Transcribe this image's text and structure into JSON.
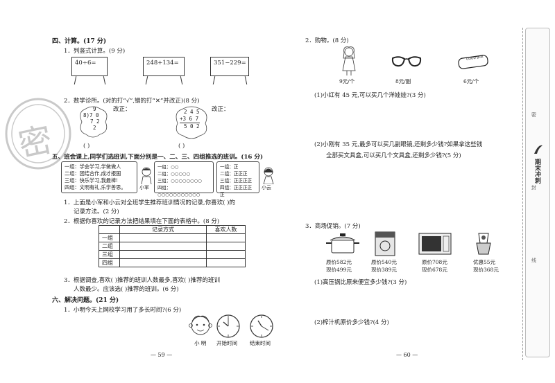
{
  "left": {
    "sec4_title": "四、计算。(17 分)",
    "q1_label": "1．列竖式计算。(9 分)",
    "boards": [
      "40÷6=",
      "248+134=",
      "351−229="
    ],
    "q2_label": "2．数学诊所。(对的打“√”,错的打“✕”并改正)(8 分)",
    "div_lines": [
      "9",
      "8)7 0",
      "7 2",
      "2"
    ],
    "add_lines": [
      "2 4 5",
      "+3 6 7",
      "5 0 2"
    ],
    "fix_label": "改正：",
    "paren": "(    )",
    "sec5_title": "五、班会课上,同学们选班训,下面分别是一、二、三、四组推选的班训。(16 分)",
    "card_left": [
      "一组：学会学习,学做做人",
      "二组：团结合作,成才报国",
      "三组：快乐学习,我最棒!",
      "四组：文明有礼,乐学善思。"
    ],
    "xiaojun": "小军",
    "card_right": [
      "一组：正",
      "二组：正正正",
      "三组：正正正正",
      "四组：正正正正正"
    ],
    "card_mid": [
      "一组：○○",
      "二组：○○○○○",
      "三组：○○○○○○○○",
      "四组：○○○○○○○○○○○"
    ],
    "xiaoyun": "小云",
    "q5_1a": "1．上面是小军和小云对全班学生推荐班训情况的记录,你喜欢(      )的",
    "q5_1b": "记录方法。(2 分)",
    "q5_2": "2．根据你喜欢的记录方法把结果填在下面的表格中。(8 分)",
    "table_head": [
      "",
      "记录方式",
      "喜欢人数"
    ],
    "table_rows": [
      "一组",
      "二组",
      "三组",
      "四组"
    ],
    "q5_3a": "3．根据调查,喜欢(      )推荐的班训人数最多,喜欢(      )推荐的班训",
    "q5_3b": "人数最少。应该选(      )推荐的班训。(6 分)",
    "sec6_title": "六、解决问题。(21 分)",
    "q6_1": "1．小明今天上网校学习用了多长时间?(6 分)",
    "xiaoming": "小 明",
    "start_time": "开始时间",
    "end_time": "结束时间",
    "page_num": "— 59 —"
  },
  "right": {
    "q2_title": "2．购物。(8 分)",
    "prices": [
      "9元/个",
      "8元/副",
      "6元/个"
    ],
    "q2_1": "(1)小红有 45 元,可以买几个洋娃娃?(3 分)",
    "q2_2a": "(2)小刚有 35 元,最多可以买几副眼镜,还剩多少钱?如果拿这些钱",
    "q2_2b": "全部买文具盒,可以买几个文具盒,还剩多少钱?(5 分)",
    "box_label": "GOOD BOX",
    "q3_title": "3．商场促销。(7 分)",
    "items": [
      {
        "orig": "原价582元",
        "now": "现价499元"
      },
      {
        "orig": "原价540元",
        "now": "现价389元"
      },
      {
        "orig": "原价708元",
        "now": "现价678元"
      },
      {
        "orig": "优惠55元",
        "now": "现价368元"
      }
    ],
    "q3_1": "(1)高压锅比原来便宜多少钱?(3 分)",
    "q3_2": "(2)榨汁机原价多少钱?(4 分)",
    "page_num": "— 60 —"
  },
  "sidebar": {
    "brand": "期末冲刺",
    "chars": [
      "密",
      "封",
      "线"
    ]
  },
  "stamp_char": "密"
}
